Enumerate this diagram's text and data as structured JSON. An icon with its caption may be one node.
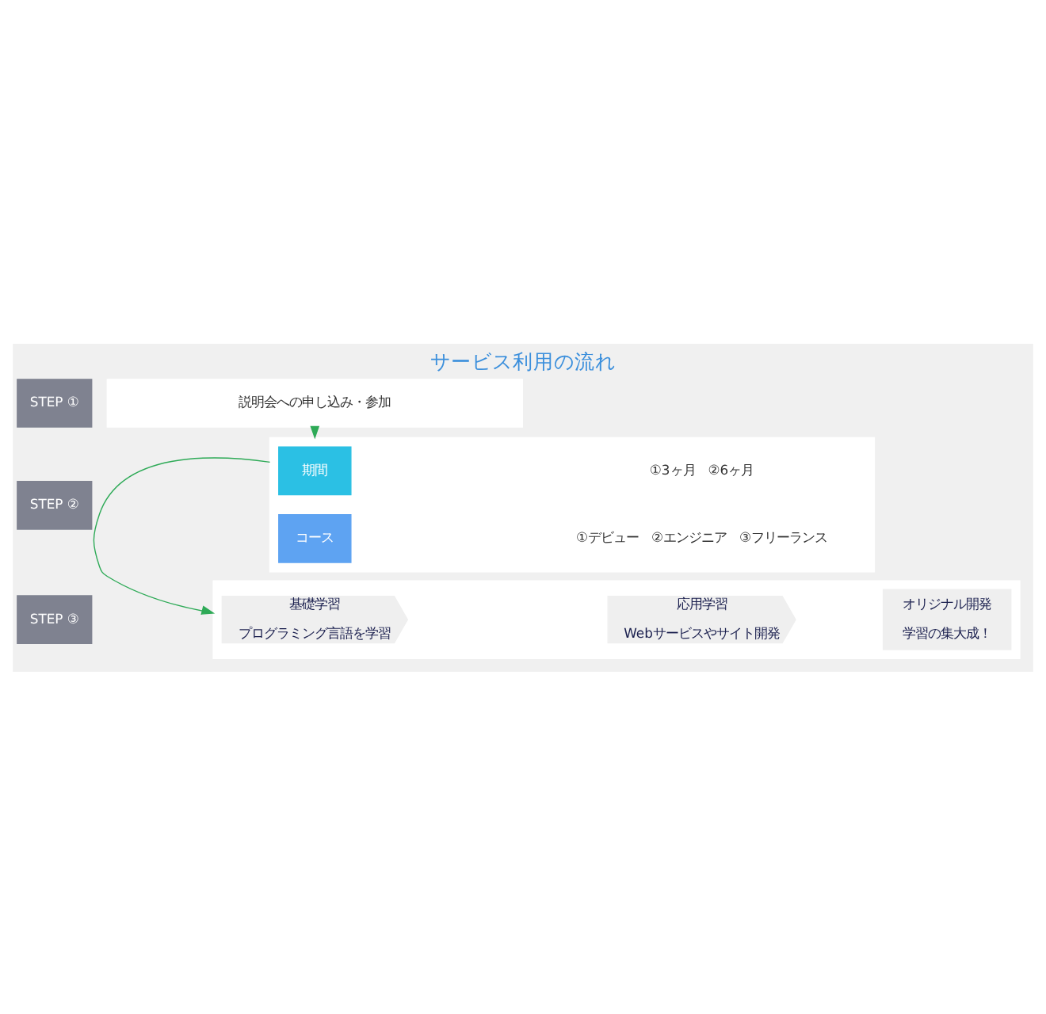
{
  "diagram": {
    "title": "サービス利用の流れ",
    "nodes": [
      {
        "text": [
          "STEP ①"
        ]
      },
      {
        "text": [
          "説明会への申し込み・参加"
        ]
      },
      {
        "text": [
          "STEP ②"
        ]
      },
      {
        "text": [],
        "shape": "box"
      },
      {
        "text": [
          "期間"
        ],
        "in": 3
      },
      {
        "text": [
          "①3ヶ月",
          "②6ヶ月"
        ],
        "in": 3
      },
      {
        "text": [
          "コース"
        ],
        "in": 3
      },
      {
        "text": [
          "①デビュー",
          "②エンジニア",
          "③フリーランス"
        ],
        "in": 3
      },
      {
        "text": [
          "STEP ③"
        ]
      },
      {
        "text": [],
        "shape": "box"
      },
      {
        "text": [
          "基礎学習",
          "プログラミング言語を学習"
        ],
        "in": 9
      },
      {
        "text": [
          "応用学習",
          "Webサービスやサイト開発"
        ],
        "in": 9
      },
      {
        "text": [
          "オリジナル開発",
          "学習の集大成！"
        ],
        "in": 9
      }
    ],
    "edges": [
      {
        "from": 1,
        "to": 3,
        "arrow": "to"
      },
      {
        "from": 3,
        "to": 9,
        "arrow": "to"
      }
    ]
  }
}
